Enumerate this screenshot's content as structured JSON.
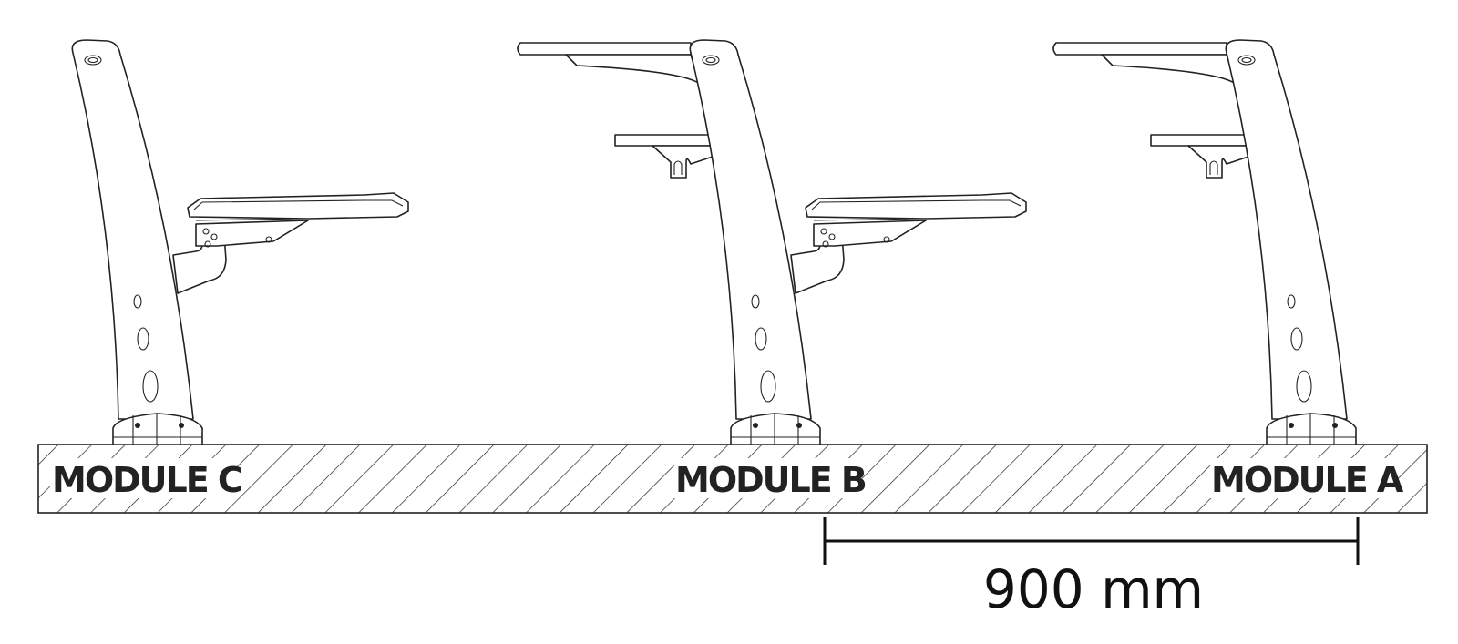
{
  "modules": [
    {
      "label": "MODULE C"
    },
    {
      "label": "MODULE B"
    },
    {
      "label": "MODULE A"
    }
  ],
  "dimension": {
    "label": "900 mm"
  }
}
